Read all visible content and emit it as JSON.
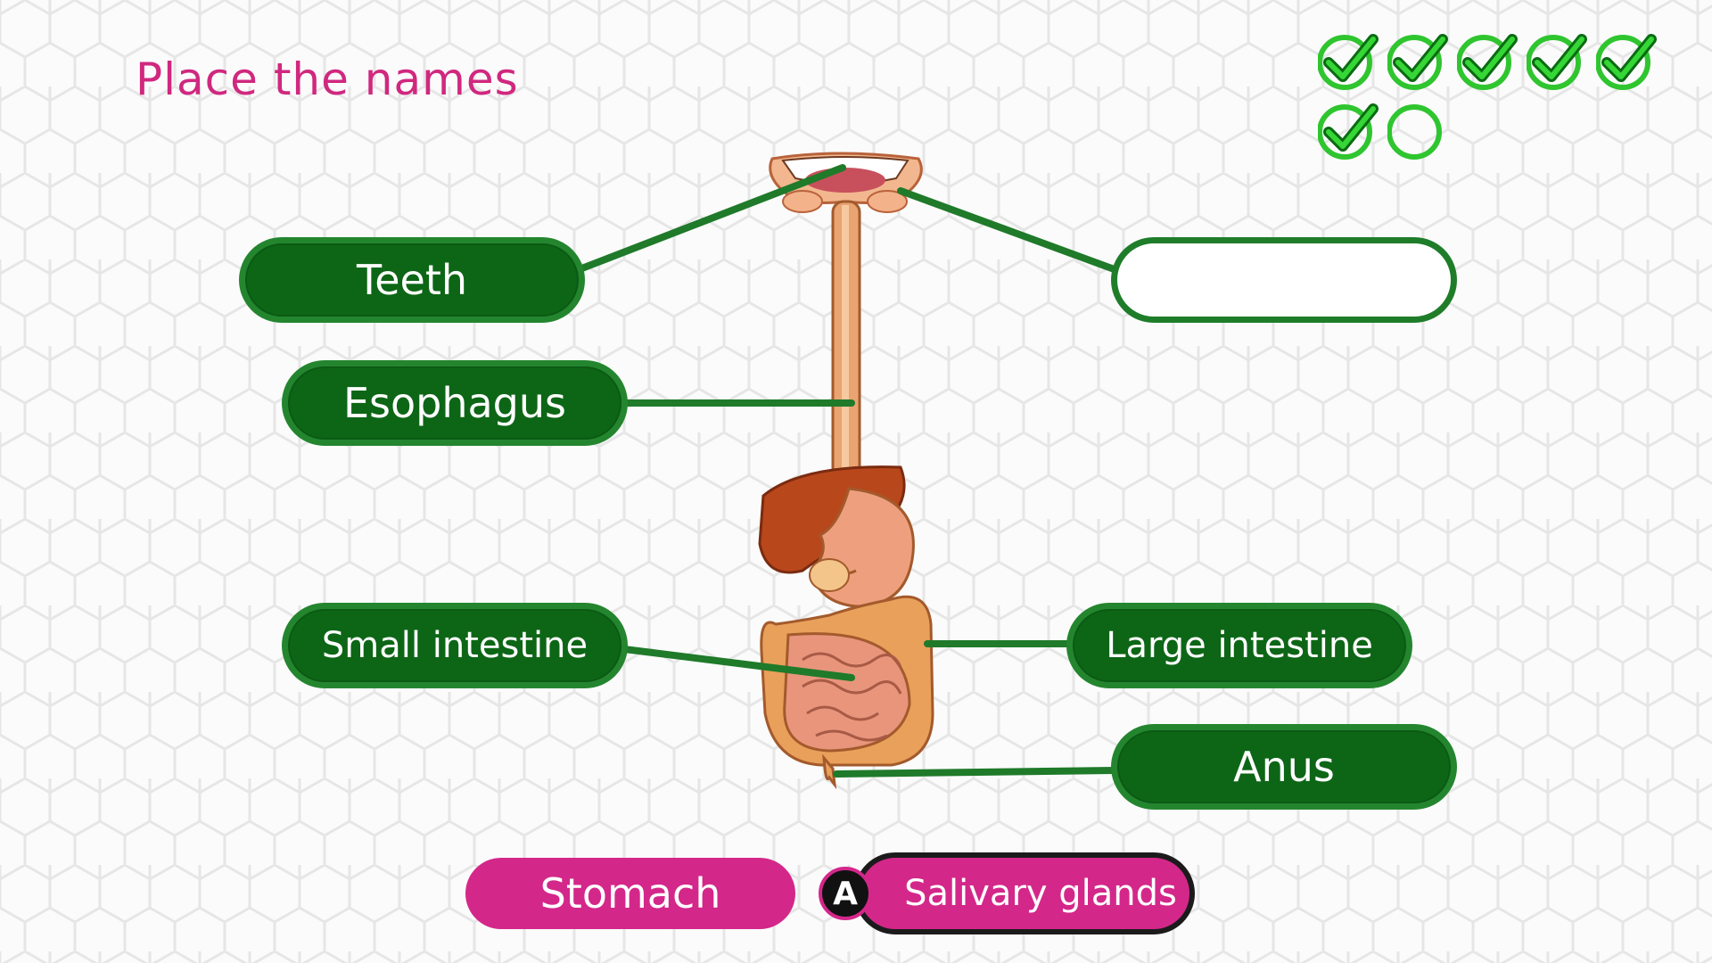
{
  "title": "Place the names",
  "progress": {
    "total": 7,
    "completed": 6,
    "check_color": "#2fc52f",
    "icon": "check-circle-icon"
  },
  "labels": {
    "teeth": "Teeth",
    "esophagus": "Esophagus",
    "small_intestine": "Small intestine",
    "large_intestine": "Large intestine",
    "anus": "Anus",
    "empty_slot": ""
  },
  "word_bank": {
    "stomach": "Stomach",
    "salivary_glands": "Salivary glands",
    "button_hint": "A"
  },
  "colors": {
    "title": "#d0287f",
    "slot_fill": "#0d6616",
    "slot_border": "#24852f",
    "chip_fill": "#d4278a"
  }
}
